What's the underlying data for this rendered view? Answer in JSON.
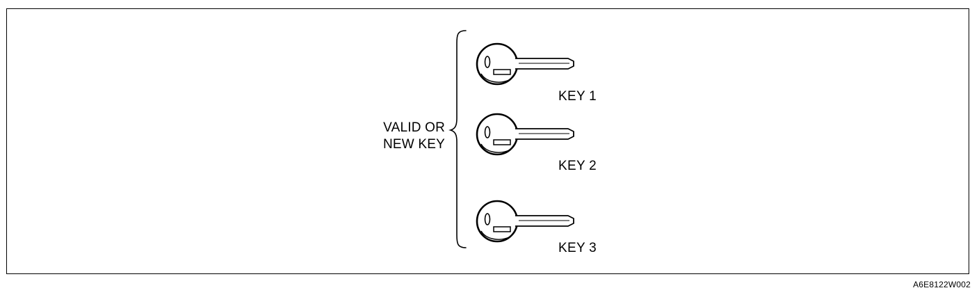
{
  "group": {
    "line1": "VALID OR",
    "line2": "NEW KEY"
  },
  "keys": [
    {
      "label": "KEY 1",
      "icon": "key-icon"
    },
    {
      "label": "KEY 2",
      "icon": "key-icon"
    },
    {
      "label": "KEY 3",
      "icon": "key-icon"
    }
  ],
  "reference_code": "A6E8122W002"
}
